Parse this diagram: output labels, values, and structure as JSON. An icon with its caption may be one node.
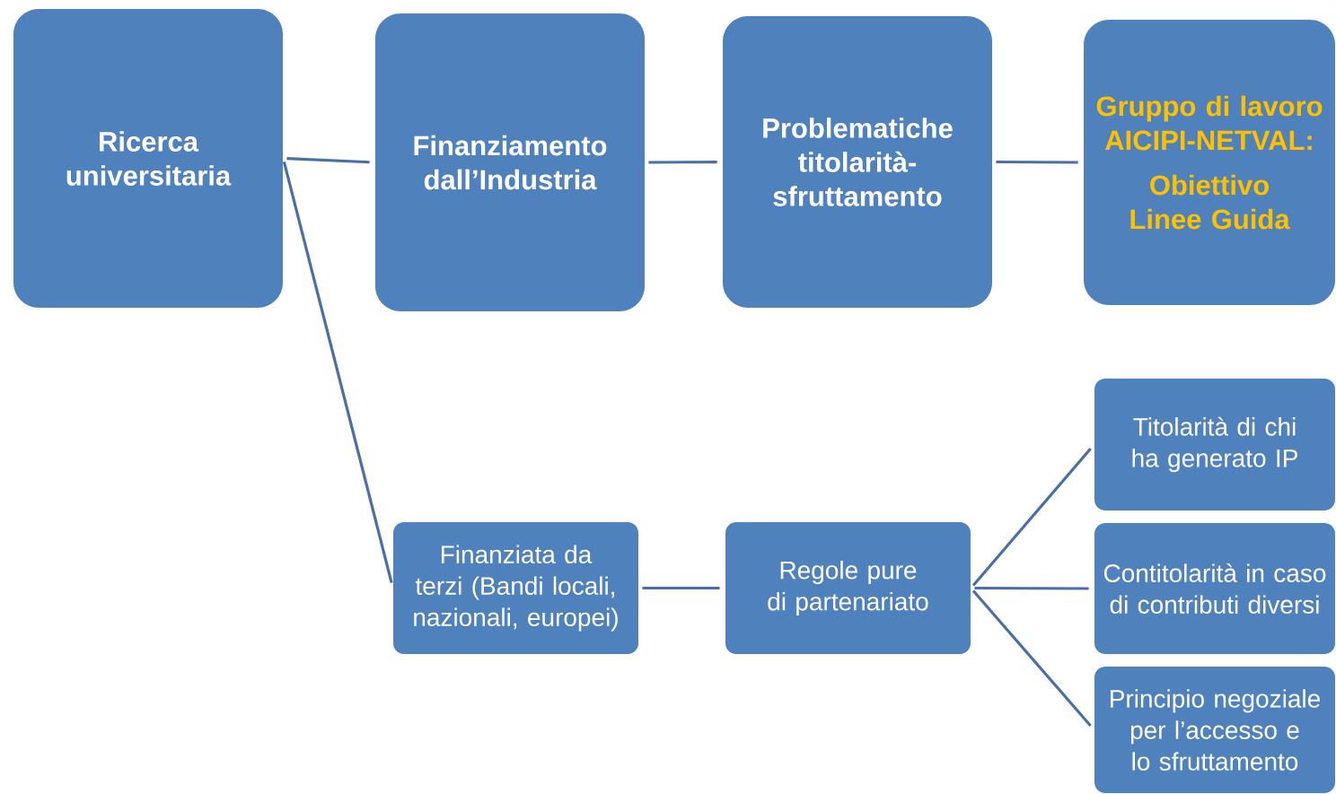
{
  "diagram": {
    "nodes": [
      {
        "text": [
          "Ricerca universitaria"
        ]
      },
      {
        "text": [
          "Finanziamento dall’Industria"
        ]
      },
      {
        "text": [
          "Problematiche titolarità-sfruttamento"
        ]
      },
      {
        "text": [
          "Gruppo di lavoro AICIPI-NETVAL:",
          "Obiettivo  Linee Guida"
        ]
      },
      {
        "text": [
          "Finanziata da terzi (Bandi locali, nazionali, europei)"
        ]
      },
      {
        "text": [
          "Regole pure di partenariato"
        ]
      },
      {
        "text": [
          "Titolarità di chi ha generato IP"
        ]
      },
      {
        "text": [
          "Contitolarità in caso di contributi diversi"
        ]
      },
      {
        "text": [
          "Principio negoziale per l’accesso e lo sfruttamento"
        ]
      }
    ],
    "edges": [
      {
        "from": 0,
        "to": 1,
        "arrow": "none"
      },
      {
        "from": 1,
        "to": 2,
        "arrow": "none"
      },
      {
        "from": 2,
        "to": 3,
        "arrow": "none"
      },
      {
        "from": 0,
        "to": 4,
        "arrow": "none"
      },
      {
        "from": 4,
        "to": 5,
        "arrow": "none"
      },
      {
        "from": 5,
        "to": 6,
        "arrow": "none"
      },
      {
        "from": 5,
        "to": 7,
        "arrow": "none"
      },
      {
        "from": 5,
        "to": 8,
        "arrow": "none"
      }
    ]
  }
}
